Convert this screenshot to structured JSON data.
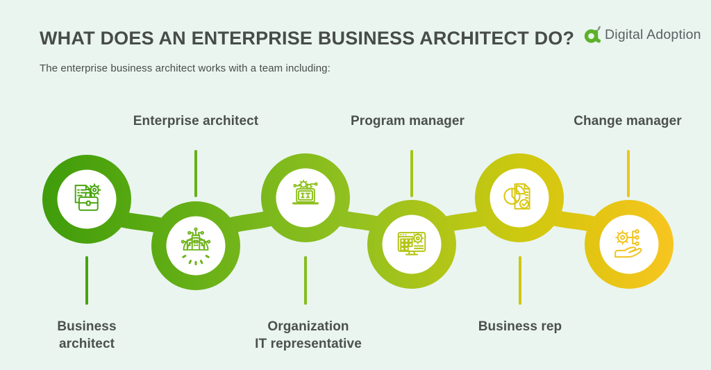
{
  "header": {
    "title": "WHAT DOES AN ENTERPRISE BUSINESS ARCHITECT DO?",
    "subtitle": "The enterprise business architect works with a team including:",
    "logo": {
      "text": "Digital Adoption"
    }
  },
  "chain": {
    "items": [
      {
        "label_line1": "Business",
        "label_line2": "architect",
        "label_position": "bottom",
        "icon": "documents-briefcase-gear-icon"
      },
      {
        "label_line1": "Enterprise architect",
        "label_position": "top",
        "icon": "smart-building-gear-icon"
      },
      {
        "label_line1": "Organization",
        "label_line2": "IT representative",
        "label_position": "bottom",
        "icon": "laptop-it-icon"
      },
      {
        "label_line1": "Program manager",
        "label_position": "top",
        "icon": "monitor-schedule-gear-icon"
      },
      {
        "label_line1": "Business rep",
        "label_position": "bottom",
        "icon": "report-piechart-check-icon"
      },
      {
        "label_line1": "Change manager",
        "label_position": "top",
        "icon": "gear-network-hand-icon"
      }
    ]
  },
  "colors": {
    "background": "#eaf5ef",
    "title_text": "#474c4a",
    "label_text": "#4b504e",
    "logo_green": "#5db02b",
    "logo_text": "#5b6063",
    "chain_gradient": [
      "#3f9c0b",
      "#52a60f",
      "#68b017",
      "#80ba1d",
      "#90c01f",
      "#a5c31b",
      "#bcc714",
      "#d2c80f",
      "#e4c513",
      "#f7c520"
    ],
    "inner_circle": "#ffffff"
  }
}
